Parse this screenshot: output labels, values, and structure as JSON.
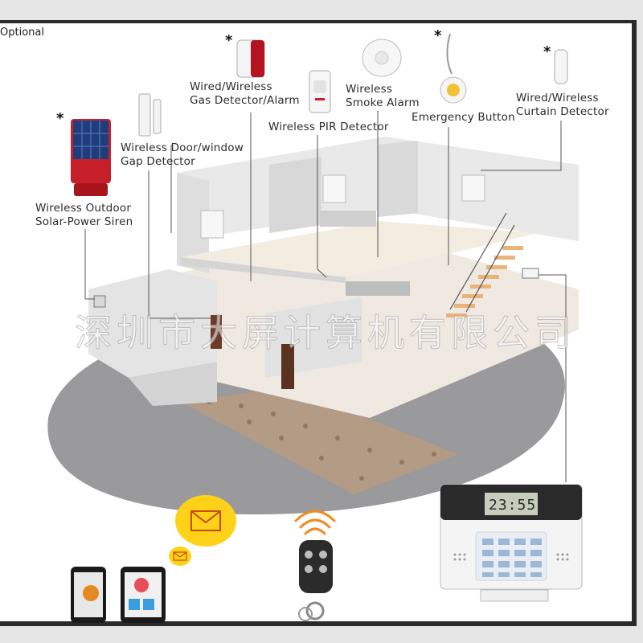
{
  "optional_label": "Optional",
  "devices": {
    "siren": {
      "line1": "Wireless  Outdoor",
      "line2": "Solar-Power Siren",
      "starred": true
    },
    "door": {
      "line1": "Wireless  Door/window",
      "line2": "Gap Detector",
      "starred": false
    },
    "gas": {
      "line1": "Wired/Wireless",
      "line2": "Gas Detector/Alarm",
      "starred": true
    },
    "pir": {
      "line1": "Wireless PIR Detector",
      "starred": false
    },
    "smoke": {
      "line1": "Wireless",
      "line2": "Smoke Alarm",
      "starred": false
    },
    "emergency": {
      "line1": "Emergency Button",
      "starred": true
    },
    "curtain": {
      "line1": "Wired/Wireless",
      "line2": "Curtain Detector",
      "starred": true
    }
  },
  "star_symbol": "*",
  "watermark": "深圳市大屏计算机有限公司",
  "panel": {
    "lcd_time": "23:55"
  },
  "colors": {
    "siren_red": "#c8202a",
    "ground_gray": "#9a9a9c",
    "envelope_yellow": "#ffd21a",
    "remote_signal": "#f08a1c",
    "panel_dark": "#2a2a2a"
  }
}
